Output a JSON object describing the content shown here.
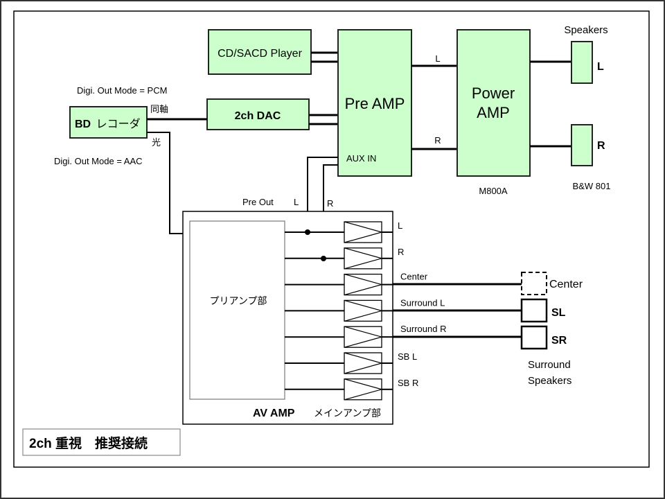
{
  "title": "2ch 重視　推奨接続",
  "colors": {
    "component_fill": "#ccffcc",
    "line": "#000000",
    "background": "#ffffff"
  },
  "components": {
    "cd_player": {
      "label": "CD/SACD Player"
    },
    "dac": {
      "label": "2ch DAC"
    },
    "bd_recorder": {
      "label_bold": "BD",
      "label": "レコーダ"
    },
    "pre_amp": {
      "label": "Pre AMP",
      "aux_label": "AUX IN"
    },
    "power_amp": {
      "label_line1": "Power",
      "label_line2": "AMP",
      "model": "M800A"
    },
    "main_speakers": {
      "title": "Speakers",
      "left": "L",
      "right": "R",
      "model": "B&W 801"
    },
    "av_amp": {
      "label_bold": "AV AMP",
      "label": "メインアンプ部",
      "preamp_section": "プリアンプ部",
      "pre_out_label": "Pre Out",
      "pre_out_l": "L",
      "pre_out_r": "R"
    },
    "surround_speakers": {
      "center": "Center",
      "sl": "SL",
      "sr": "SR",
      "title_line1": "Surround",
      "title_line2": "Speakers"
    }
  },
  "connections": {
    "coax_label": "同軸",
    "optical_label": "光",
    "pcm_mode": "Digi. Out Mode = PCM",
    "aac_mode": "Digi. Out Mode  = AAC",
    "pre_to_power_l": "L",
    "pre_to_power_r": "R"
  },
  "av_channels": [
    "L",
    "R",
    "Center",
    "Surround L",
    "Surround R",
    "SB L",
    "SB R"
  ]
}
